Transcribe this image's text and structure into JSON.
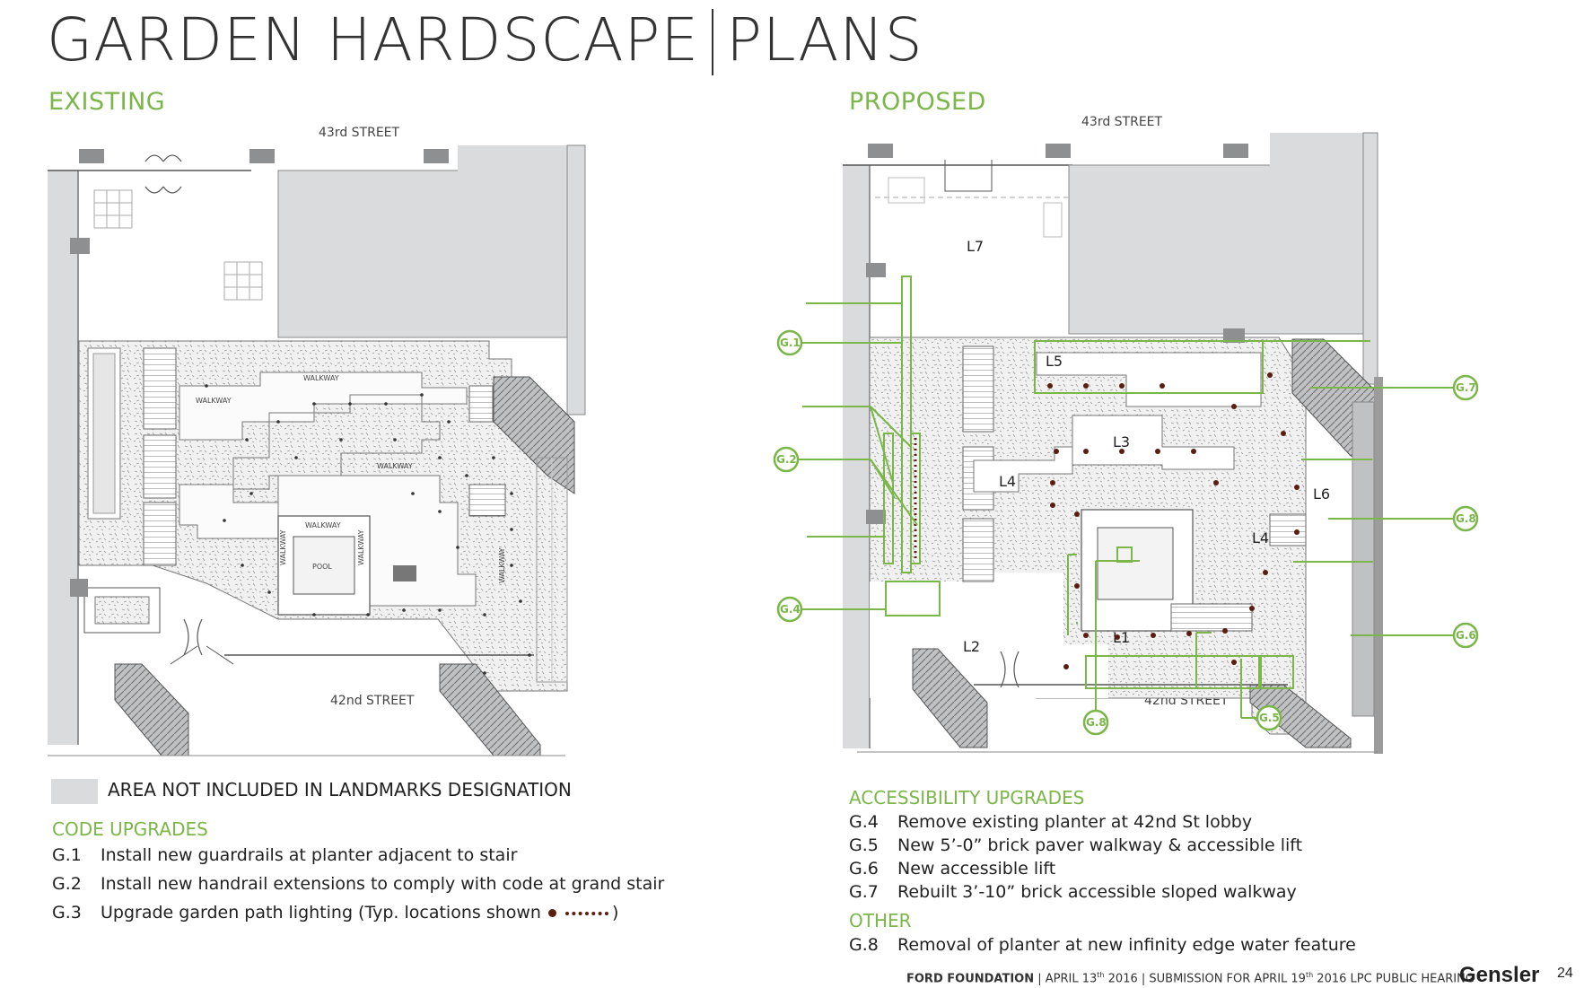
{
  "title_left": "GARDEN HARDSCAPE",
  "title_right": "PLANS",
  "existing": {
    "label": "EXISTING",
    "street_top": "43rd STREET",
    "street_bottom": "42nd STREET",
    "labels": [
      "WALKWAY",
      "WALKWAY",
      "WALKWAY",
      "WALKWAY",
      "WALKWAY",
      "WALKWAY",
      "WALKWAY",
      "POOL"
    ]
  },
  "proposed": {
    "label": "PROPOSED",
    "street_top": "43rd STREET",
    "street_bottom": "42nd STREET",
    "levels": [
      "L7",
      "L5",
      "L3",
      "L4",
      "L6",
      "L4",
      "L1",
      "L2"
    ],
    "callouts": [
      "G.1",
      "G.2",
      "G.4",
      "G.7",
      "G.8",
      "G.6",
      "G.5",
      "G.8"
    ]
  },
  "legend": {
    "text": "AREA NOT INCLUDED IN LANDMARKS DESIGNATION",
    "color": "#d9dbdd"
  },
  "code_upgrades": {
    "header": "CODE UPGRADES",
    "items": [
      {
        "code": "G.1",
        "text": "Install new guardrails at planter adjacent to stair"
      },
      {
        "code": "G.2",
        "text": "Install new handrail extensions to comply with code at grand stair"
      },
      {
        "code": "G.3",
        "text": "Upgrade garden path lighting (Typ. locations shown",
        "suffix": ")"
      }
    ]
  },
  "accessibility_upgrades": {
    "header": "ACCESSIBILITY UPGRADES",
    "items": [
      {
        "code": "G.4",
        "text": "Remove existing planter at 42nd St lobby"
      },
      {
        "code": "G.5",
        "text": "New 5’-0” brick paver walkway & accessible lift"
      },
      {
        "code": "G.6",
        "text": "New accessible lift"
      },
      {
        "code": "G.7",
        "text": "Rebuilt 3’-10” brick accessible sloped walkway"
      }
    ]
  },
  "other": {
    "header": "OTHER",
    "items": [
      {
        "code": "G.8",
        "text": "Removal of planter at new infinity edge water feature"
      }
    ]
  },
  "footer": {
    "org": "FORD FOUNDATION",
    "date_pre": "APRIL 13",
    "date_sup": "th",
    "date_post": " 2016",
    "sub_pre": "SUBMISSION FOR APRIL 19",
    "sub_sup": "th",
    "sub_post": " 2016 LPC PUBLIC HEARING"
  },
  "brand": "Gensler",
  "page_number": "24",
  "colors": {
    "accent": "#7ab648",
    "building_gray": "#d9dbdd",
    "light_dot": "#5a1e10"
  }
}
